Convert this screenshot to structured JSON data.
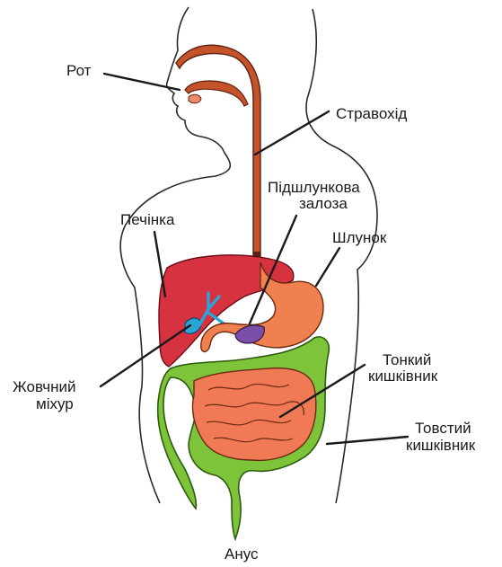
{
  "labels": {
    "mouth": "Рот",
    "esophagus": "Стравохід",
    "pancreas_l1": "Підшлункова",
    "pancreas_l2": "залоза",
    "liver": "Печінка",
    "stomach": "Шлунок",
    "small_intestine_l1": "Тонкий",
    "small_intestine_l2": "кишківник",
    "gallbladder_l1": "Жовчний",
    "gallbladder_l2": "міхур",
    "large_intestine_l1": "Товстий",
    "large_intestine_l2": "кишківник",
    "anus": "Анус"
  },
  "colors": {
    "esophagus": "#c5532a",
    "liver": "#d6323f",
    "gallbladder": "#2ba4d6",
    "stomach": "#f0804f",
    "pancreas": "#7b4fa8",
    "small_intestine": "#f07a55",
    "large_intestine": "#7dc43a",
    "body_outline": "#2a2a2a"
  }
}
